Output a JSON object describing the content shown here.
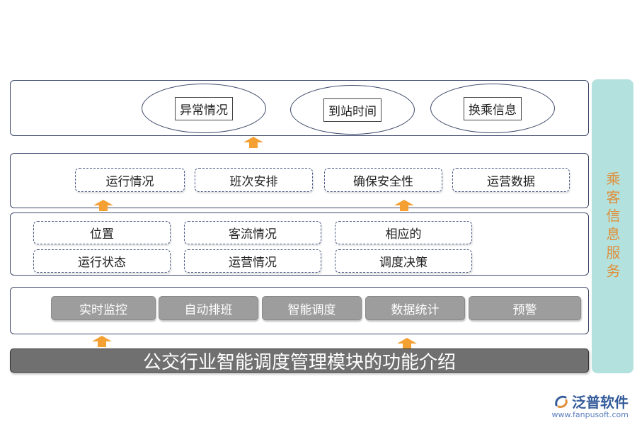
{
  "top_layer": {
    "items": [
      "异常情况",
      "到站时间",
      "换乘信息"
    ]
  },
  "layer2": {
    "items": [
      "运行情况",
      "班次安排",
      "确保安全性",
      "运营数据"
    ]
  },
  "layer3": {
    "row1": [
      "位置",
      "客流情况",
      "相应的"
    ],
    "row2": [
      "运行状态",
      "运营情况",
      "调度决策"
    ]
  },
  "layer4": {
    "items": [
      "实时监控",
      "自动排班",
      "智能调度",
      "数据统计",
      "预警"
    ]
  },
  "title": "公交行业智能调度管理模块的功能介绍",
  "side_panel": "乘客信息服务",
  "logo": {
    "name": "泛普软件",
    "url": "www.fanpusoft.com"
  },
  "colors": {
    "arrow": "#f5a033",
    "side_bg": "#b3e2de",
    "side_text": "#e08d37",
    "border": "#3e4a6b"
  }
}
